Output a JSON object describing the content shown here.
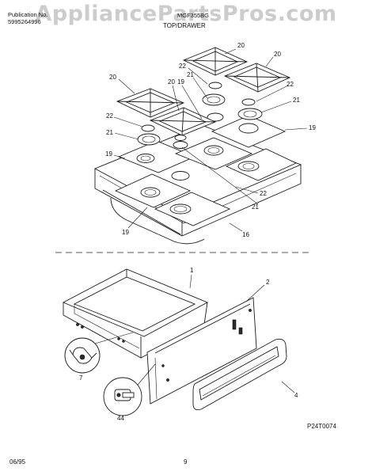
{
  "header": {
    "publication_label": "Publication No.",
    "publication_number": "5995264996",
    "model": "MGF355BG",
    "section_title": "TOP/DRAWER"
  },
  "watermark": "AppliancePartsPros.com",
  "top_callouts": {
    "grate_tr_a": "20",
    "grate_tr_b": "20",
    "grate_left": "20",
    "grate_mid_a": "20",
    "grate_mid_b": "19",
    "cap_22_top": "22",
    "cap_22_right": "22",
    "cap_22_left": "22",
    "cap_22_bottom": "22",
    "ring_21_top": "21",
    "ring_21_right": "21",
    "ring_21_left": "21",
    "ring_21_bottom": "21",
    "pan_19_right": "19",
    "pan_19_left": "19",
    "pan_19_bottom": "19",
    "top_16": "16"
  },
  "drawer_callouts": {
    "drawer_body": "1",
    "drawer_side": "2",
    "drawer_panel": "4",
    "roller": "7",
    "glide": "44"
  },
  "footer": {
    "date": "06/95",
    "page": "9",
    "figure_code": "P24T0074"
  }
}
